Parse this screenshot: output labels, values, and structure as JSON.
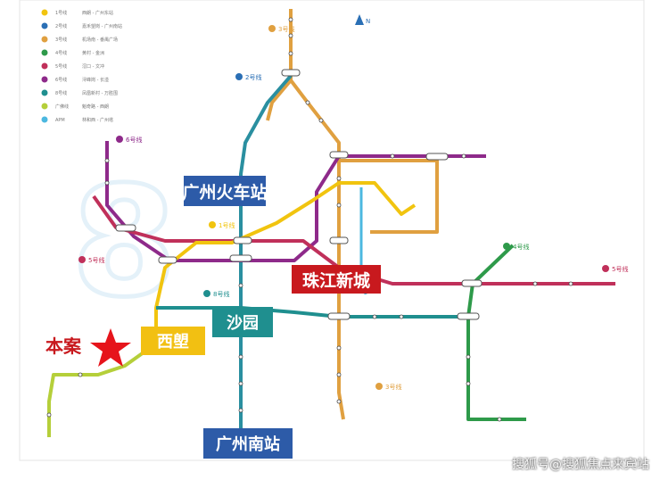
{
  "legend": {
    "entries": [
      {
        "line": "1号线",
        "stations": "西朗 - 广州东站",
        "color": "#f1c40f"
      },
      {
        "line": "2号线",
        "stations": "嘉禾望岗 - 广州南站",
        "color": "#2a6fb5"
      },
      {
        "line": "3号线",
        "stations": "机场南 - 番禺广场",
        "color": "#e0a040"
      },
      {
        "line": "4号线",
        "stations": "黄村 - 金洲",
        "color": "#2e9a4a"
      },
      {
        "line": "5号线",
        "stations": "滘口 - 文冲",
        "color": "#c0305a"
      },
      {
        "line": "6号线",
        "stations": "浔峰岗 - 长湴",
        "color": "#8e2a8a"
      },
      {
        "line": "8号线",
        "stations": "凤凰新村 - 万胜围",
        "color": "#1f8f8f"
      },
      {
        "line": "广佛线",
        "stations": "魁奇路 - 西朗",
        "color": "#b5cf3a"
      },
      {
        "line": "APM",
        "stations": "林和西 - 广州塔",
        "color": "#4cb8e0"
      }
    ]
  },
  "line_labels": [
    "2号线",
    "3号线",
    "6号线",
    "5号线",
    "4号线",
    "8号线",
    "1号线",
    "5号线",
    "3号线"
  ],
  "callouts": {
    "guangzhou_railway": "广州火车站",
    "zhujiang_newtown": "珠江新城",
    "shayuan": "沙园",
    "xilang": "西塱",
    "project": "本案",
    "guangzhou_south": "广州南站"
  },
  "watermark": "搜狐号@搜狐焦点来宾站",
  "colors": {
    "line2": "#2a6fb5",
    "line3": "#e0a040",
    "line4": "#2e9a4a",
    "line5": "#c0305a",
    "line6": "#8e2a8a",
    "line8": "#1f8f8f",
    "line1": "#f1c40f",
    "guangfo": "#b5cf3a",
    "apm": "#4cb8e0",
    "callout_blue": "#2d5ba8",
    "callout_red": "#c8191e",
    "callout_teal": "#1f8f8f",
    "callout_yellow": "#f2c012",
    "star": "#e6141b"
  },
  "north_arrow": "N"
}
